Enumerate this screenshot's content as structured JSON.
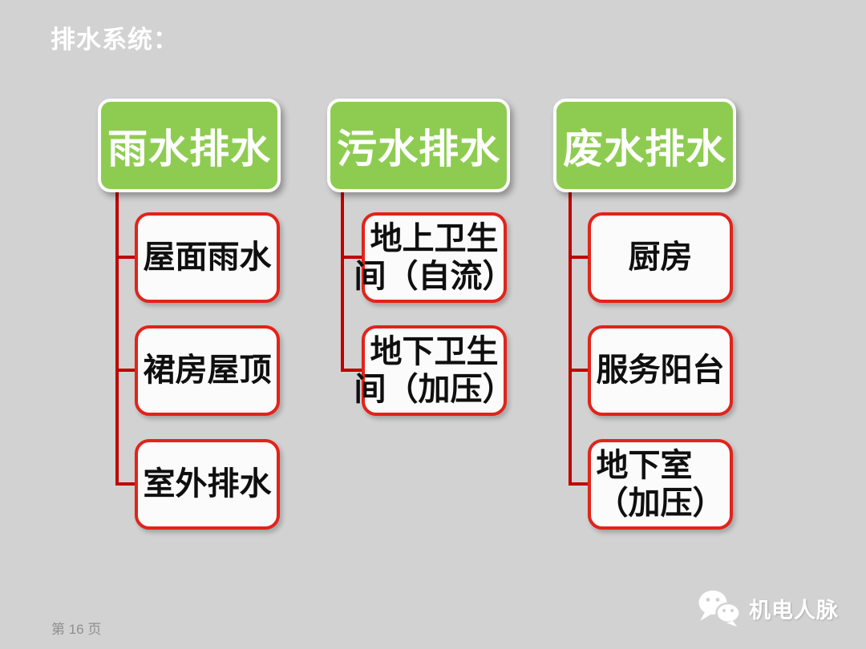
{
  "title": "排水系统：",
  "diagram": {
    "columns": [
      {
        "header": "雨水排水",
        "children": [
          {
            "lines": [
              "屋面雨水"
            ]
          },
          {
            "lines": [
              "裙房屋顶"
            ]
          },
          {
            "lines": [
              "室外排水"
            ]
          }
        ]
      },
      {
        "header": "污水排水",
        "children": [
          {
            "lines": [
              "地上卫生",
              "间（自流）"
            ]
          },
          {
            "lines": [
              "地下卫生",
              "间（加压）"
            ]
          }
        ]
      },
      {
        "header": "废水排水",
        "children": [
          {
            "lines": [
              "厨房"
            ]
          },
          {
            "lines": [
              "服务阳台"
            ]
          },
          {
            "lines": [
              "地下室",
              "（加压）"
            ]
          }
        ]
      }
    ]
  },
  "footer": {
    "page_label": "第 16 页"
  },
  "brand": {
    "name": "机电人脉",
    "icon": "wechat-logo"
  },
  "colors": {
    "background": "#d2d2d2",
    "green": "#8ecc51",
    "red_border": "#e2231a",
    "connector_red": "#c00000",
    "box_fill": "#fbfbfb",
    "title_text": "#ffffff",
    "child_text": "#0f0f0f",
    "page_text": "#8f8f8f"
  }
}
